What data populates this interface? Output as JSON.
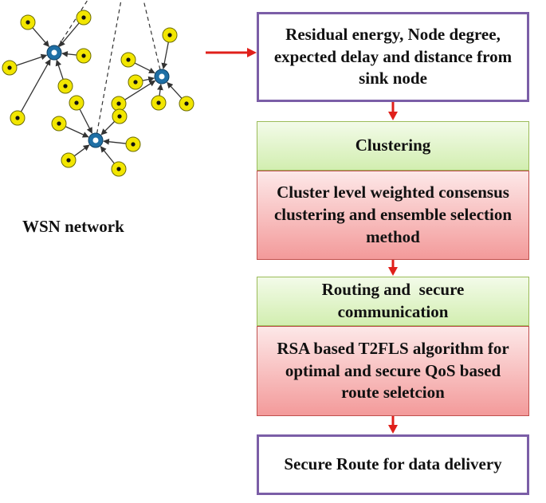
{
  "network": {
    "label": "WSN network",
    "node_color": "#f2e600",
    "cluster_head_color": "#1f6fa5",
    "arrow_color": "#333333"
  },
  "flow": {
    "input_box": "Residual energy, Node degree, expected delay and distance from sink node",
    "clustering_header": "Clustering",
    "clustering_method": "Cluster level weighted consensus clustering and ensemble selection method",
    "routing_header": "Routing and  secure communication",
    "routing_method": "RSA based T2FLS algorithm for optimal and secure QoS based route seletcion",
    "output_box": "Secure Route for data delivery"
  },
  "colors": {
    "connector_arrow": "#e0201b",
    "border_purple": "#7b5ea7"
  }
}
